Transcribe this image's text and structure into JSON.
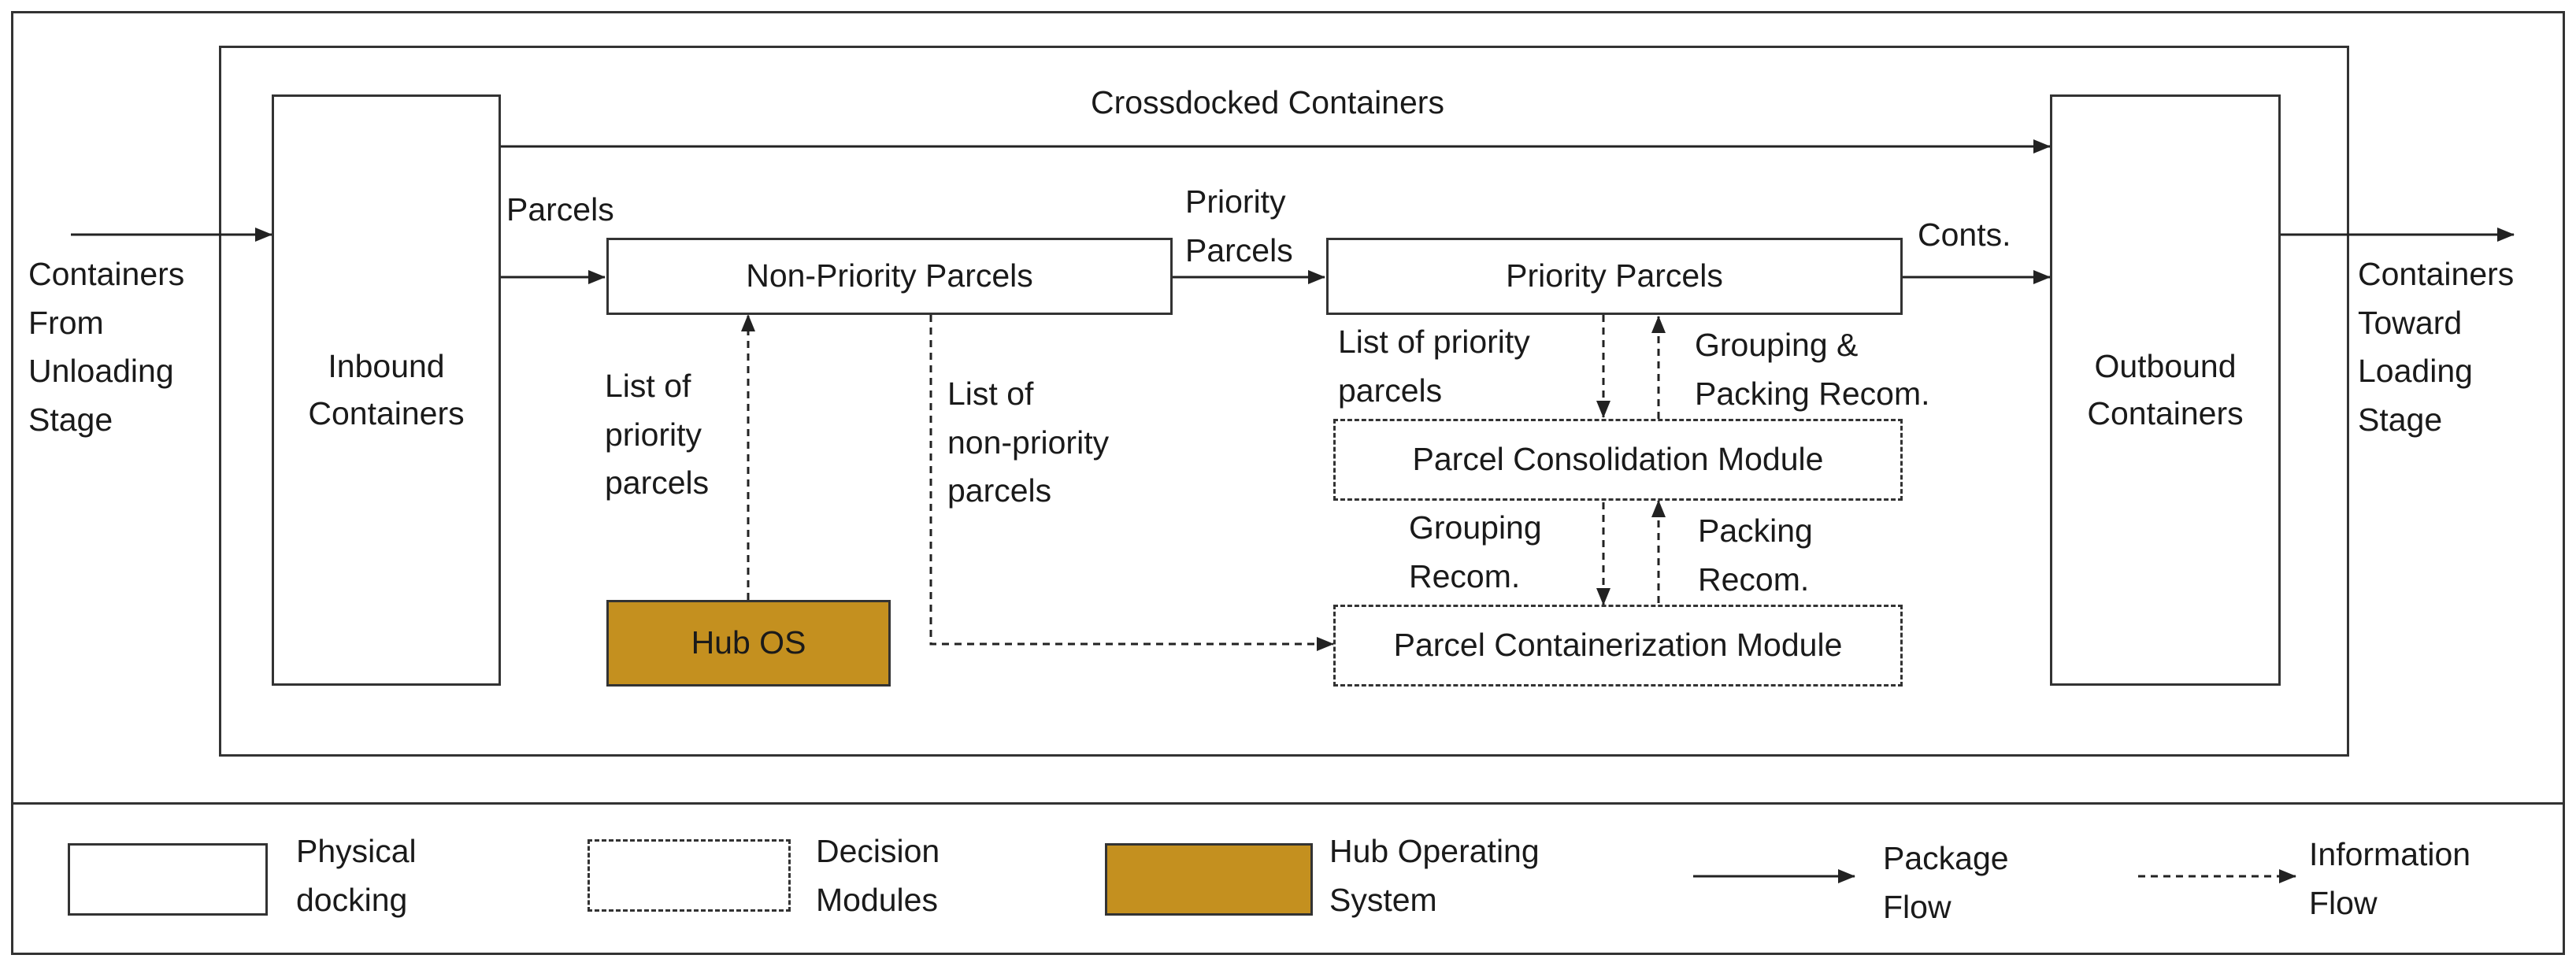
{
  "nodes": {
    "inbound": "Inbound\nContainers",
    "outbound": "Outbound\nContainers",
    "non_priority": "Non-Priority Parcels",
    "priority": "Priority Parcels",
    "consolidation": "Parcel Consolidation Module",
    "containerization": "Parcel Containerization Module",
    "hub_os": "Hub OS"
  },
  "edge_labels": {
    "crossdocked": "Crossdocked Containers",
    "parcels": "Parcels",
    "priority_parcels": "Priority\nParcels",
    "conts": "Conts.",
    "list_priority_left": "List of\npriority\nparcels",
    "list_non_priority": "List of\nnon-priority\nparcels",
    "list_priority_right": "List of priority\nparcels",
    "grouping_packing": "Grouping &\nPacking Recom.",
    "grouping_recom": "Grouping\nRecom.",
    "packing_recom": "Packing\nRecom."
  },
  "external": {
    "input": "Containers\nFrom\nUnloading\nStage",
    "output": "Containers\nToward\nLoading\nStage"
  },
  "legend": {
    "physical": "Physical\ndocking",
    "decision": "Decision\nModules",
    "hub_os": "Hub Operating\nSystem",
    "package_flow": "Package\nFlow",
    "information_flow": "Information\nFlow"
  },
  "colors": {
    "hub_os_fill": "#c4901f",
    "line": "#333333"
  }
}
